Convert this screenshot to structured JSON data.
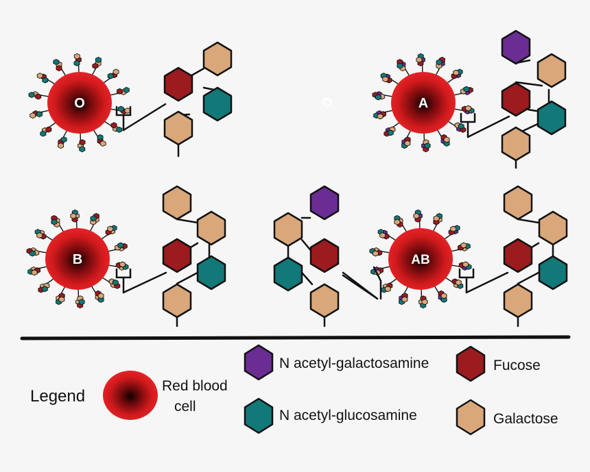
{
  "diagram": {
    "cells": [
      {
        "id": "o",
        "label": "O",
        "antigen": "O"
      },
      {
        "id": "a",
        "label": "A",
        "antigen": "A"
      },
      {
        "id": "b",
        "label": "B",
        "antigen": "B"
      },
      {
        "id": "ab",
        "label": "AB",
        "antigen": "AB"
      }
    ],
    "stray_label": "O"
  },
  "legend": {
    "title": "Legend",
    "rbc_label_line1": "Red blood",
    "rbc_label_line2": "cell",
    "galnac_label": "N acetyl-galactosamine",
    "glcnac_label": "N acetyl-glucosamine",
    "fucose_label": "Fucose",
    "galactose_label": "Galactose"
  },
  "colors": {
    "galactose": "#d9a77a",
    "fucose": "#9b1b1f",
    "glcnac": "#127878",
    "galnac": "#6a2d93",
    "rbc_outer": "#e52224",
    "rbc_inner": "#1a0000",
    "background": "#f6f6f6",
    "outline": "#111111"
  }
}
